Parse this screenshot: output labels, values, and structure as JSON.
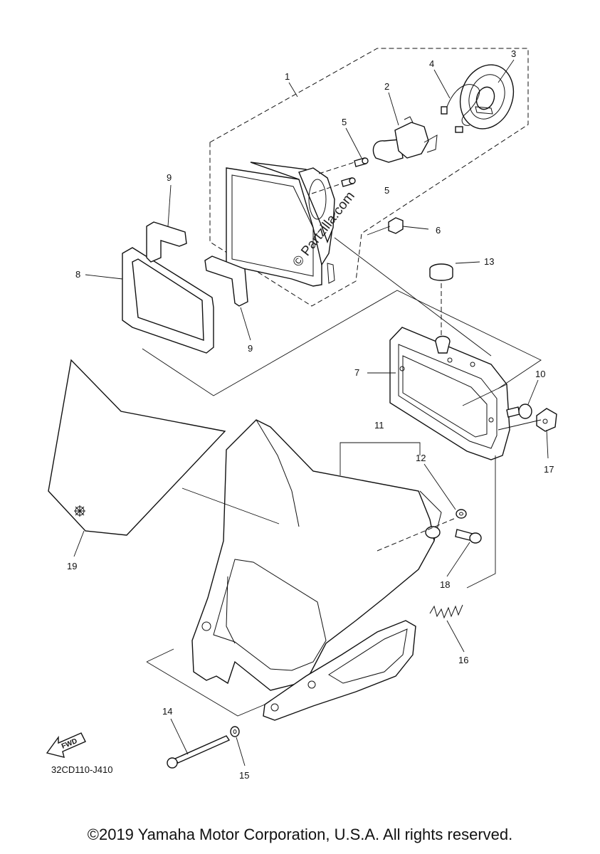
{
  "callouts": [
    "1",
    "2",
    "3",
    "4",
    "5",
    "6",
    "7",
    "8",
    "9",
    "10",
    "11",
    "12",
    "13",
    "14",
    "15",
    "16",
    "17",
    "18",
    "19"
  ],
  "second_callouts": {
    "five_b": "5",
    "nine_b": "9"
  },
  "watermark": "© Partzilla.com",
  "diagram_code": "32CD110-J410",
  "fwd_label": "FWD",
  "copyright": "©2019 Yamaha Motor Corporation, U.S.A. All rights reserved.",
  "icons": [
    "fwd-arrow-icon"
  ]
}
